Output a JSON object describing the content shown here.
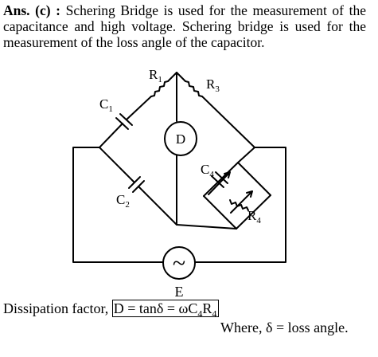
{
  "answer": {
    "lead": "Ans. (c) :",
    "text": " Schering Bridge is used for the measurement of the capacitance and high voltage. Schering bridge is used for the measurement of the loss angle of the capacitor."
  },
  "diagram": {
    "labels": {
      "r1": "R",
      "r1_sub": "1",
      "r3": "R",
      "r3_sub": "3",
      "c1": "C",
      "c1_sub": "1",
      "c2": "C",
      "c2_sub": "2",
      "c4": "C",
      "c4_sub": "4",
      "r4": "R",
      "r4_sub": "4",
      "detector": "D",
      "source_symbol": "~",
      "source": "E"
    }
  },
  "dissipation": {
    "prefix": "Dissipation factor,",
    "formula": "D = tanδ = ωC",
    "formula_sub1": "4",
    "formula_mid": "R",
    "formula_sub2": "4"
  },
  "where_text": "Where, δ = loss angle."
}
